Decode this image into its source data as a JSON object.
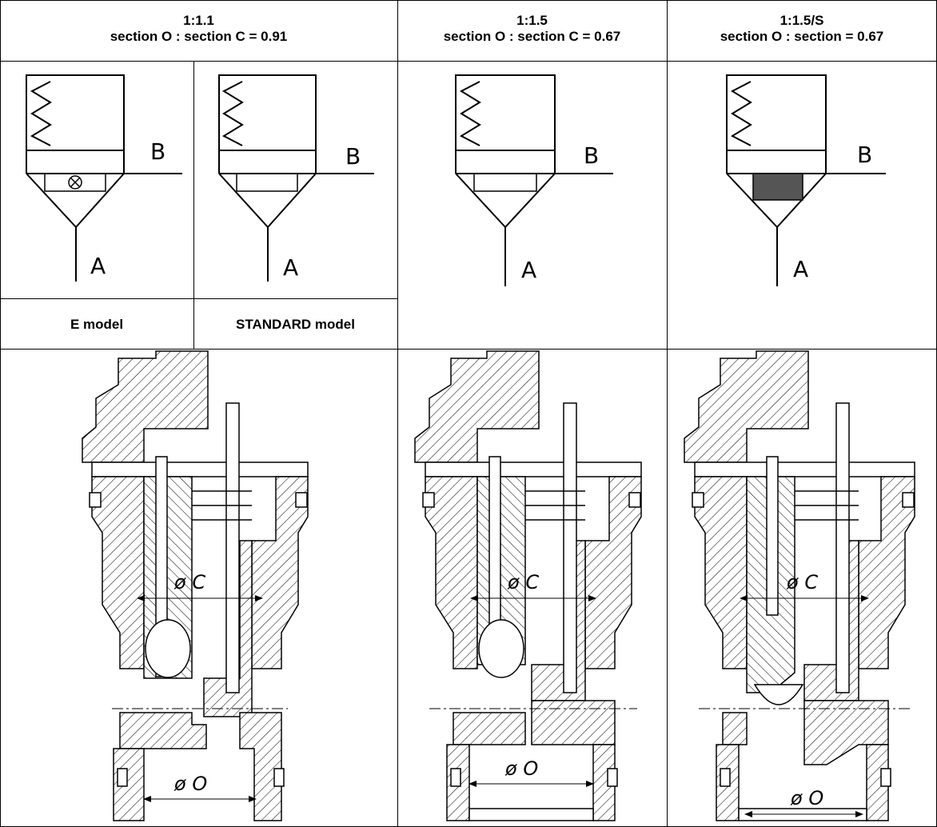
{
  "columns": [
    {
      "ratio": "1:1.1",
      "subtitle": "section O : section C = 0.91"
    },
    {
      "ratio": "1:1.5",
      "subtitle": "section O : section C = 0.67"
    },
    {
      "ratio": "1:1.5/S",
      "subtitle": "section O : section = 0.67"
    }
  ],
  "captions": {
    "e_model": "E model",
    "standard_model": "STANDARD model"
  },
  "symbol_labels": {
    "port_b": "B",
    "port_a": "A"
  },
  "section_labels": {
    "c": "ø C",
    "o": "ø O"
  }
}
